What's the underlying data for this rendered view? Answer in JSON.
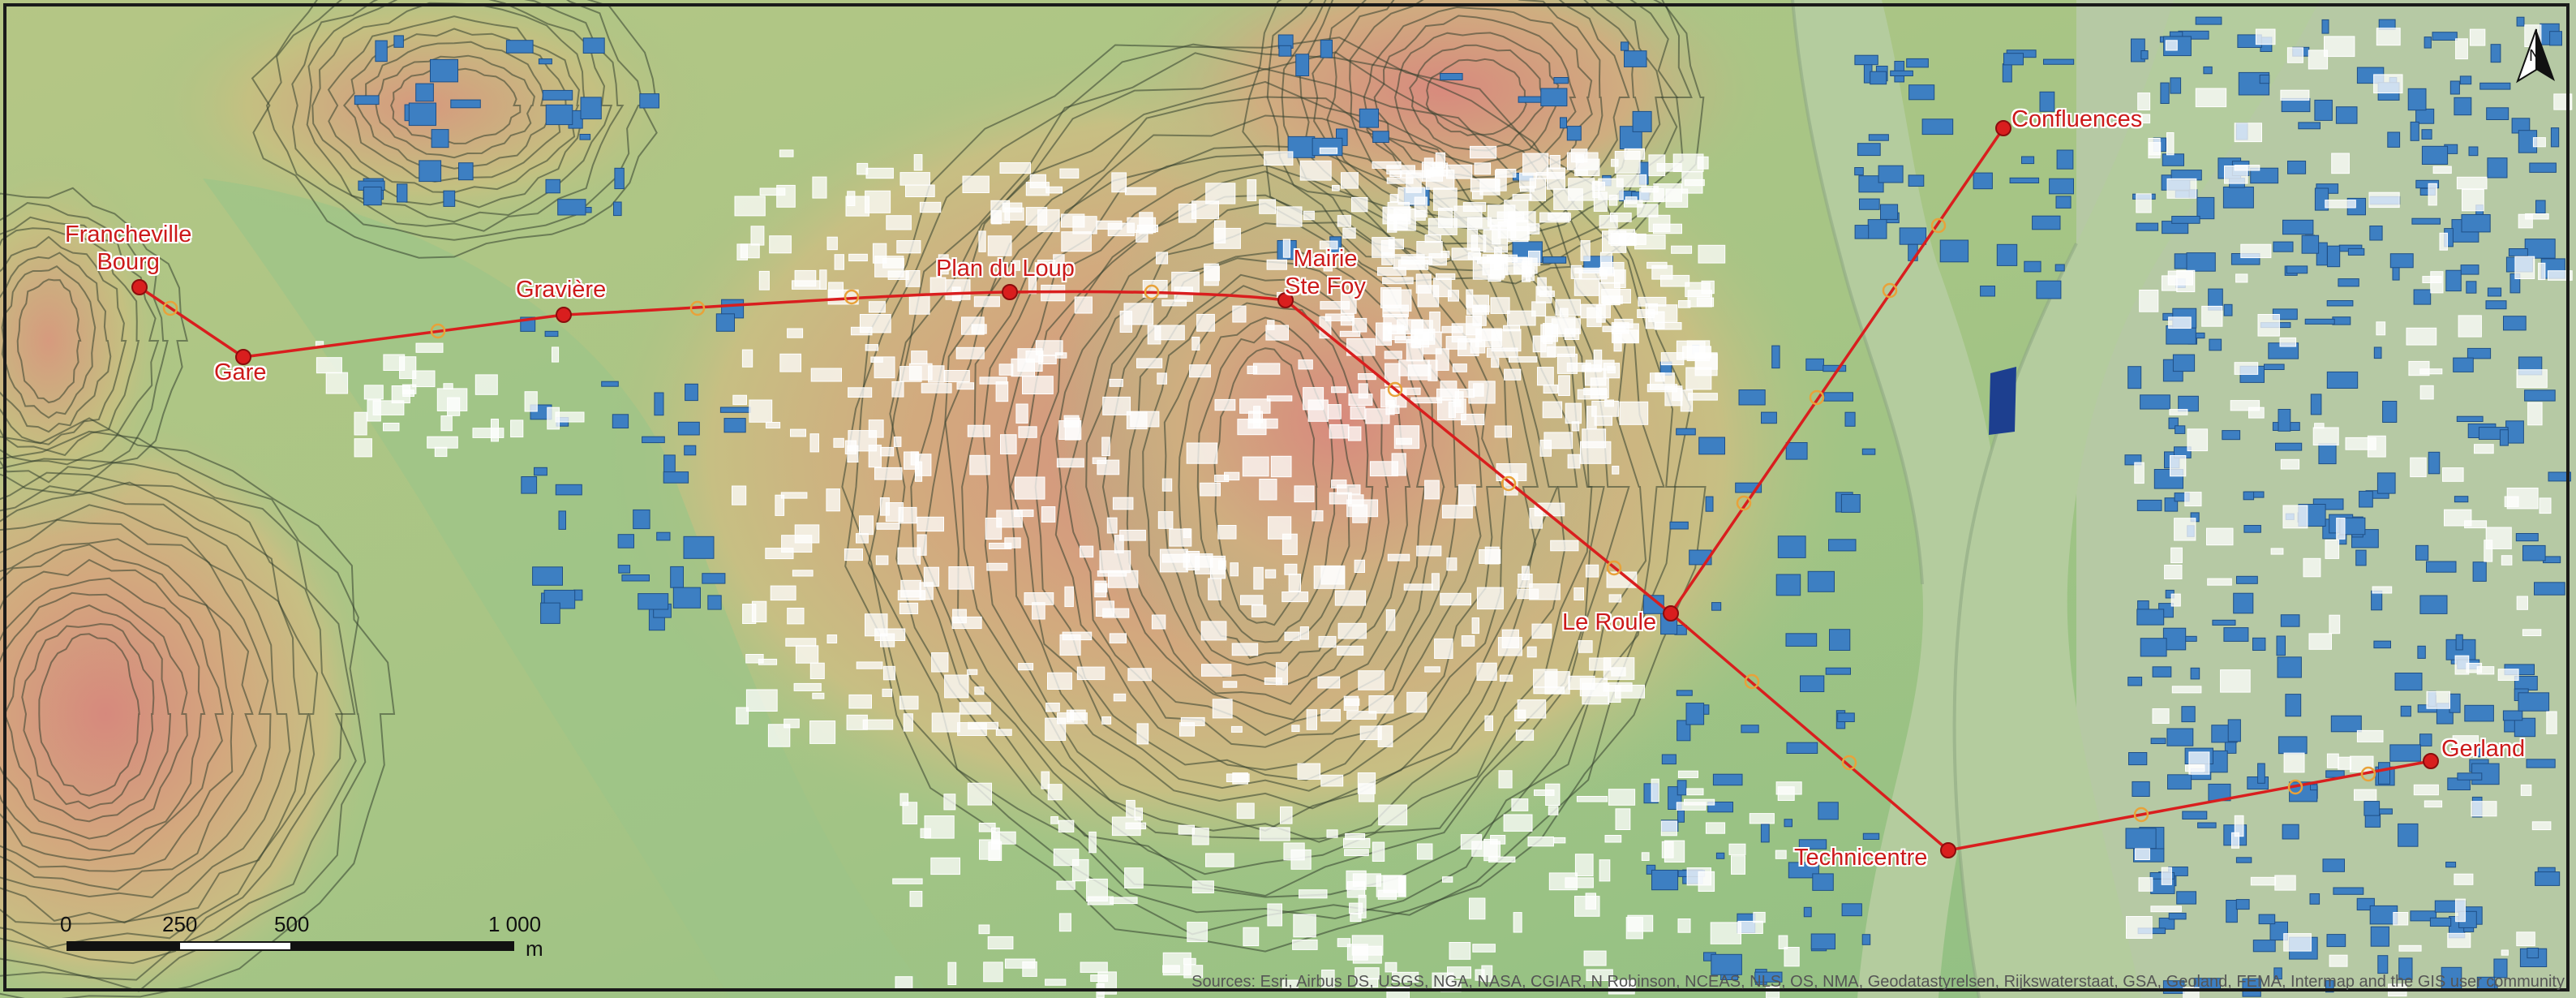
{
  "map": {
    "colors": {
      "route": "#d91e1e",
      "label": "#cc1a1a",
      "river": "#b4cc9e",
      "building": "#3d7fc2",
      "contour": "#33402e"
    },
    "stops": [
      {
        "id": "francheville-bourg",
        "lines": [
          "Francheville",
          "Bourg"
        ]
      },
      {
        "id": "gare",
        "lines": [
          "Gare"
        ]
      },
      {
        "id": "graviere",
        "lines": [
          "Gravière"
        ]
      },
      {
        "id": "plan-du-loup",
        "lines": [
          "Plan du Loup"
        ]
      },
      {
        "id": "mairie-ste-foy",
        "lines": [
          "Mairie",
          "Ste Foy"
        ]
      },
      {
        "id": "le-roule",
        "lines": [
          "Le Roule"
        ]
      },
      {
        "id": "technicentre",
        "lines": [
          "Technicentre"
        ]
      },
      {
        "id": "confluences",
        "lines": [
          "Confluences"
        ]
      },
      {
        "id": "gerland",
        "lines": [
          "Gerland"
        ]
      }
    ],
    "scale_bar": {
      "ticks": [
        "0",
        "250",
        "500",
        "1 000"
      ],
      "unit": "m"
    },
    "north_arrow": {
      "label": "N",
      "icon": "north-arrow-icon"
    },
    "attribution": "Sources: Esri, Airbus DS, USGS, NGA, NASA, CGIAR, N Robinson, NCEAS, NLS, OS, NMA, Geodatastyrelsen, Rijkswaterstaat, GSA, Geoland, FEMA, Intermap and the GIS user community"
  }
}
